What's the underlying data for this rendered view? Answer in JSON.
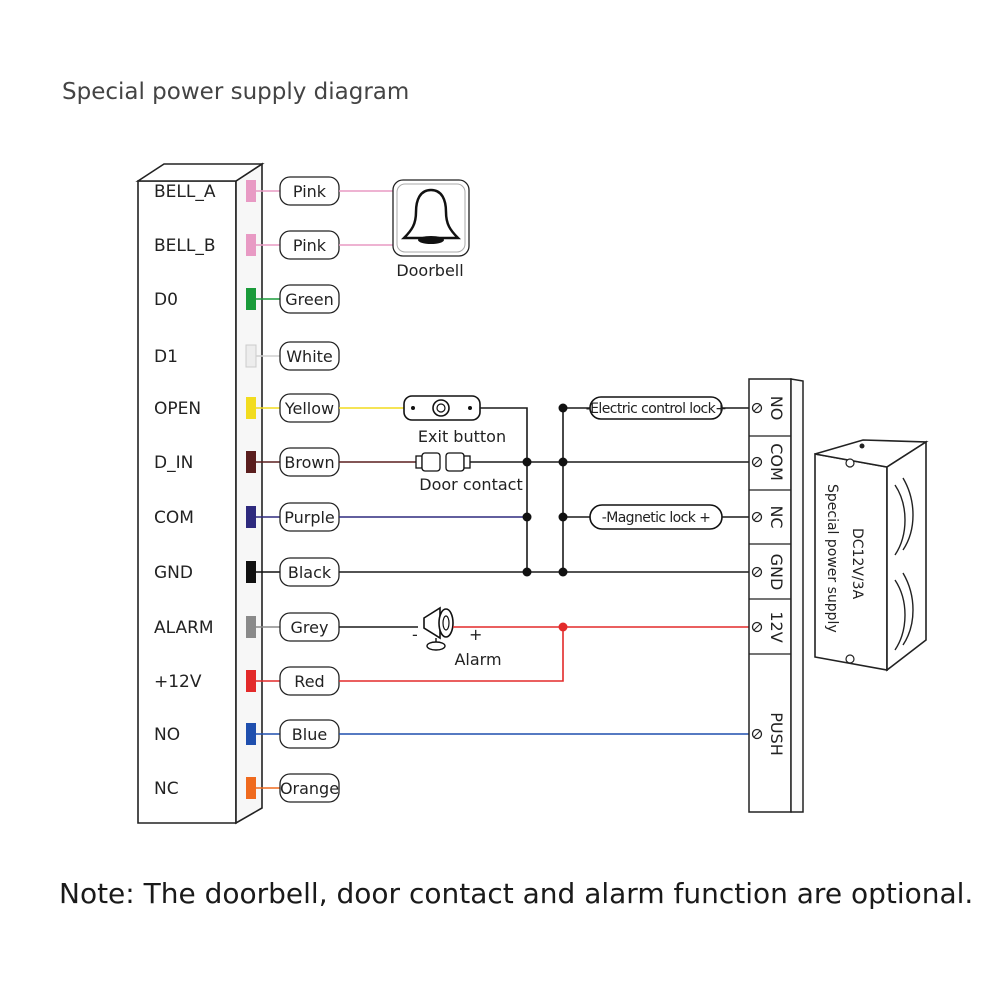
{
  "title": "Special power supply diagram",
  "controller": {
    "terminals": [
      {
        "id": "bell_a",
        "label": "BELL_A",
        "wire": "Pink",
        "color": "#e89ac4"
      },
      {
        "id": "bell_b",
        "label": "BELL_B",
        "wire": "Pink",
        "color": "#e89ac4"
      },
      {
        "id": "d0",
        "label": "D0",
        "wire": "Green",
        "color": "#1a9b3a"
      },
      {
        "id": "d1",
        "label": "D1",
        "wire": "White",
        "color": "#ededed"
      },
      {
        "id": "open",
        "label": "OPEN",
        "wire": "Yellow",
        "color": "#f2dc1f"
      },
      {
        "id": "d_in",
        "label": "D_IN",
        "wire": "Brown",
        "color": "#5a1e1e"
      },
      {
        "id": "com",
        "label": "COM",
        "wire": "Purple",
        "color": "#2e2a7e"
      },
      {
        "id": "gnd",
        "label": "GND",
        "wire": "Black",
        "color": "#111111"
      },
      {
        "id": "alarm",
        "label": "ALARM",
        "wire": "Grey",
        "color": "#8a8a8a"
      },
      {
        "id": "v12",
        "label": "+12V",
        "wire": "Red",
        "color": "#e32a2a"
      },
      {
        "id": "no",
        "label": "NO",
        "wire": "Blue",
        "color": "#1f4fae"
      },
      {
        "id": "nc",
        "label": "NC",
        "wire": "Orange",
        "color": "#ef6a1e"
      }
    ]
  },
  "devices": {
    "doorbell": "Doorbell",
    "exit_button": "Exit button",
    "door_contact": "Door contact",
    "alarm": "Alarm",
    "alarm_minus": "-",
    "alarm_plus": "+",
    "electric_lock": "-Electric control lock+",
    "magnetic_lock": "-Magnetic lock +"
  },
  "psu_terminals": [
    "NO",
    "COM",
    "NC",
    "GND",
    "12V",
    "PUSH"
  ],
  "power_supply": {
    "rating": "DC12V/3A",
    "name": "Special power supply"
  },
  "note": "Note: The doorbell, door contact and alarm function are optional."
}
